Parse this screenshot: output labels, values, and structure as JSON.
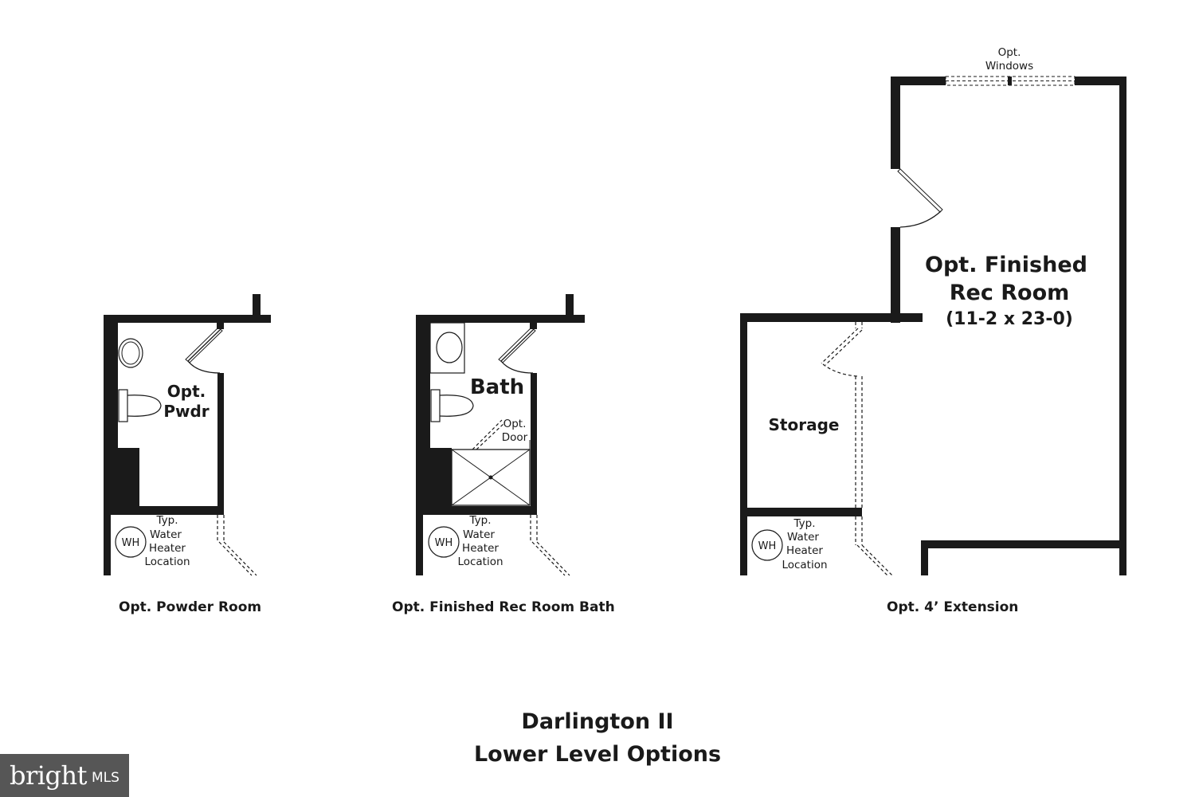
{
  "plan_a": {
    "caption": "Opt. Powder Room",
    "room_label": [
      "Opt.",
      "Pwdr"
    ],
    "water_heater": {
      "symbol": "WH",
      "label": [
        "Typ.",
        "Water",
        "Heater",
        "Location"
      ]
    }
  },
  "plan_b": {
    "caption": "Opt. Finished Rec Room Bath",
    "room_label": "Bath",
    "door_label": [
      "Opt.",
      "Door"
    ],
    "water_heater": {
      "symbol": "WH",
      "label": [
        "Typ.",
        "Water",
        "Heater",
        "Location"
      ]
    }
  },
  "plan_c": {
    "caption": "Opt. 4’ Extension",
    "rec_room": [
      "Opt. Finished",
      "Rec Room",
      "(11-2 x 23-0)"
    ],
    "storage_label": "Storage",
    "windows_label": [
      "Opt.",
      "Windows"
    ],
    "water_heater": {
      "symbol": "WH",
      "label": [
        "Typ.",
        "Water",
        "Heater",
        "Location"
      ]
    }
  },
  "title": {
    "line1": "Darlington II",
    "line2": "Lower Level Options"
  },
  "watermark": {
    "brand": "bright",
    "suffix": "MLS"
  }
}
